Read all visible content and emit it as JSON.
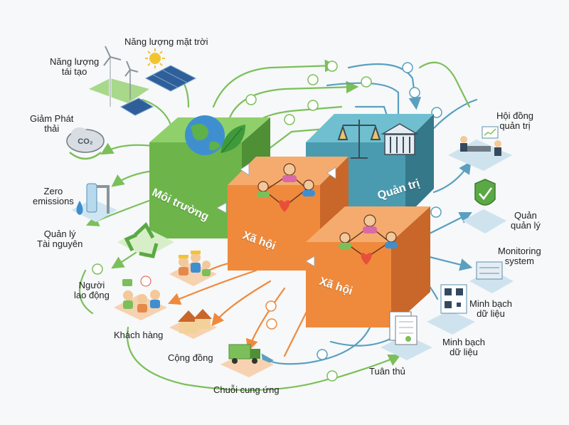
{
  "cubes": {
    "environment": {
      "label": "Môi trường",
      "color": "#6db54a"
    },
    "governance": {
      "label": "Quản trị",
      "color": "#4a9bb0"
    },
    "social_back": {
      "label": "Xã hội",
      "color": "#ef8a3c"
    },
    "social_front": {
      "label": "Xã hội",
      "color": "#ef8a3c"
    }
  },
  "labels": {
    "solar": "Năng lượng mặt trời",
    "renewable_1": "Năng lượng",
    "renewable_2": "tái tạo",
    "emissions_1": "Giảm Phát",
    "emissions_2": "thải",
    "zero_1": "Zero",
    "zero_2": "emissions",
    "resource_1": "Quản lý",
    "resource_2": "Tài nguyên",
    "workers_1": "Người",
    "workers_2": "lao động",
    "customers": "Khách hàng",
    "community": "Cộng đồng",
    "supply_chain": "Chuỗi cung ứng",
    "compliance": "Tuân thủ",
    "data_transparency_1_1": "Minh bạch",
    "data_transparency_1_2": "dữ liệu",
    "data_transparency_2_1": "Minh bạch",
    "data_transparency_2_2": "dữ liệu",
    "monitoring_1": "Monitoring",
    "monitoring_2": "system",
    "management_1": "Quản",
    "management_2": "quản lý",
    "board_1": "Hội đồng",
    "board_2": "quản trị"
  },
  "icons": {
    "co2": "CO₂",
    "flow_colors": {
      "green": "#7cbf5a",
      "blue": "#5a9fc0",
      "orange": "#ef8a3c"
    }
  }
}
